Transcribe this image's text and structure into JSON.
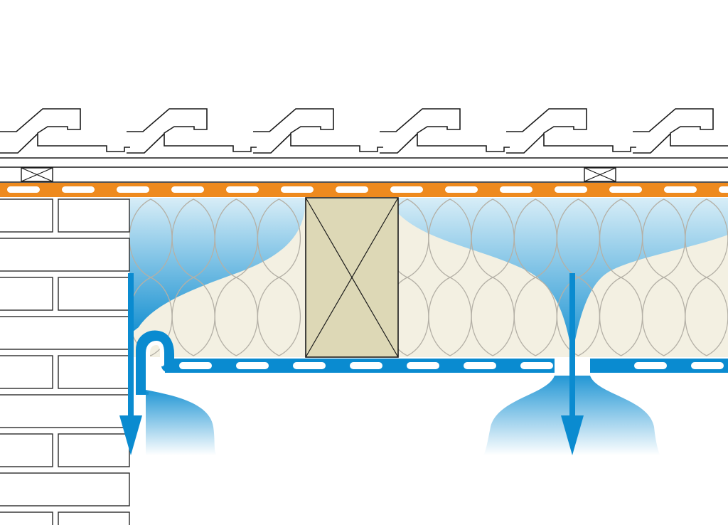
{
  "diagram": {
    "kind": "roof-section",
    "text_labels": [],
    "colors": {
      "background": "#ffffff",
      "line": "#1a1a1a",
      "tile_fill": "#ffffff",
      "membrane": "#ee8a1e",
      "membrane_dash": "#ffffff",
      "insulation_fill": "#f3f0e2",
      "insulation_line": "#b4b0a6",
      "rafter_fill": "#ddd8b6",
      "moisture": "#0a8bd0",
      "moisture_light": "#d6edf8",
      "vapour_barrier": "#0a8bd0",
      "brick_line": "#2a2a2a"
    },
    "counts": {
      "roof_tiles": 6,
      "battens": 2,
      "brick_courses": 8,
      "insulation_lobes_per_row": 14,
      "moisture_arrows": 2
    },
    "icons": [
      "batten-cross-icon",
      "rafter-cross-icon",
      "moisture-arrow-icon"
    ]
  }
}
